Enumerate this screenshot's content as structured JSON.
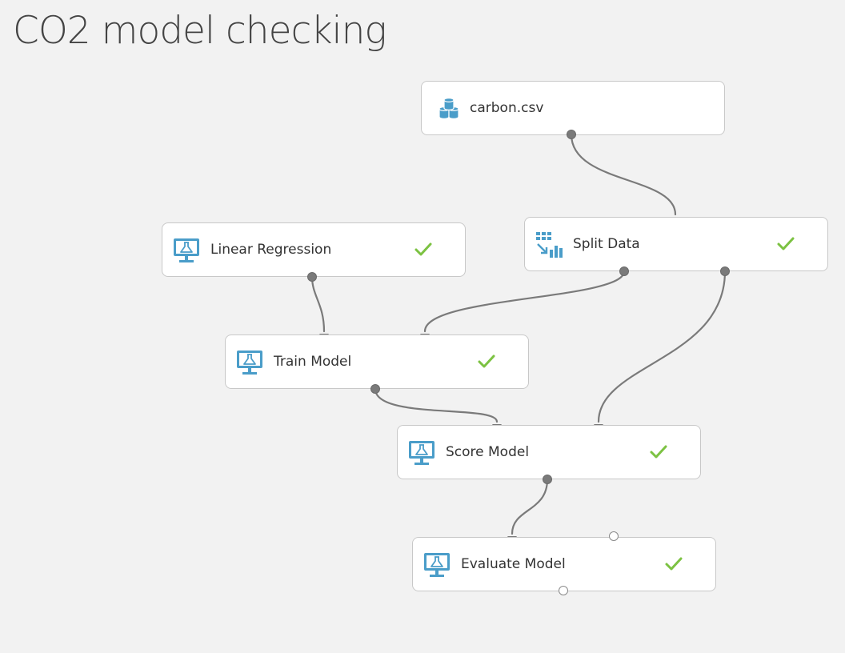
{
  "experiment": {
    "title": "CO2 model checking"
  },
  "modules": {
    "carbon_csv": {
      "label": "carbon.csv",
      "icon": "dataset-icon",
      "status": ""
    },
    "split_data": {
      "label": "Split Data",
      "icon": "split-data-icon",
      "status": "completed"
    },
    "linear_regression": {
      "label": "Linear Regression",
      "icon": "ml-module-icon",
      "status": "completed"
    },
    "train_model": {
      "label": "Train Model",
      "icon": "ml-module-icon",
      "status": "completed"
    },
    "score_model": {
      "label": "Score Model",
      "icon": "ml-module-icon",
      "status": "completed"
    },
    "evaluate_model": {
      "label": "Evaluate Model",
      "icon": "ml-module-icon",
      "status": "completed"
    }
  },
  "connections": [
    {
      "from": "carbon_csv",
      "to": "split_data"
    },
    {
      "from": "linear_regression",
      "to": "train_model"
    },
    {
      "from": "split_data",
      "to": "train_model"
    },
    {
      "from": "split_data",
      "to": "score_model"
    },
    {
      "from": "train_model",
      "to": "score_model"
    },
    {
      "from": "score_model",
      "to": "evaluate_model"
    }
  ],
  "colors": {
    "background": "#f2f2f2",
    "module_icon": "#4a9dc9",
    "check": "#7cc242",
    "connector": "#7a7a7a",
    "title": "#444444"
  }
}
